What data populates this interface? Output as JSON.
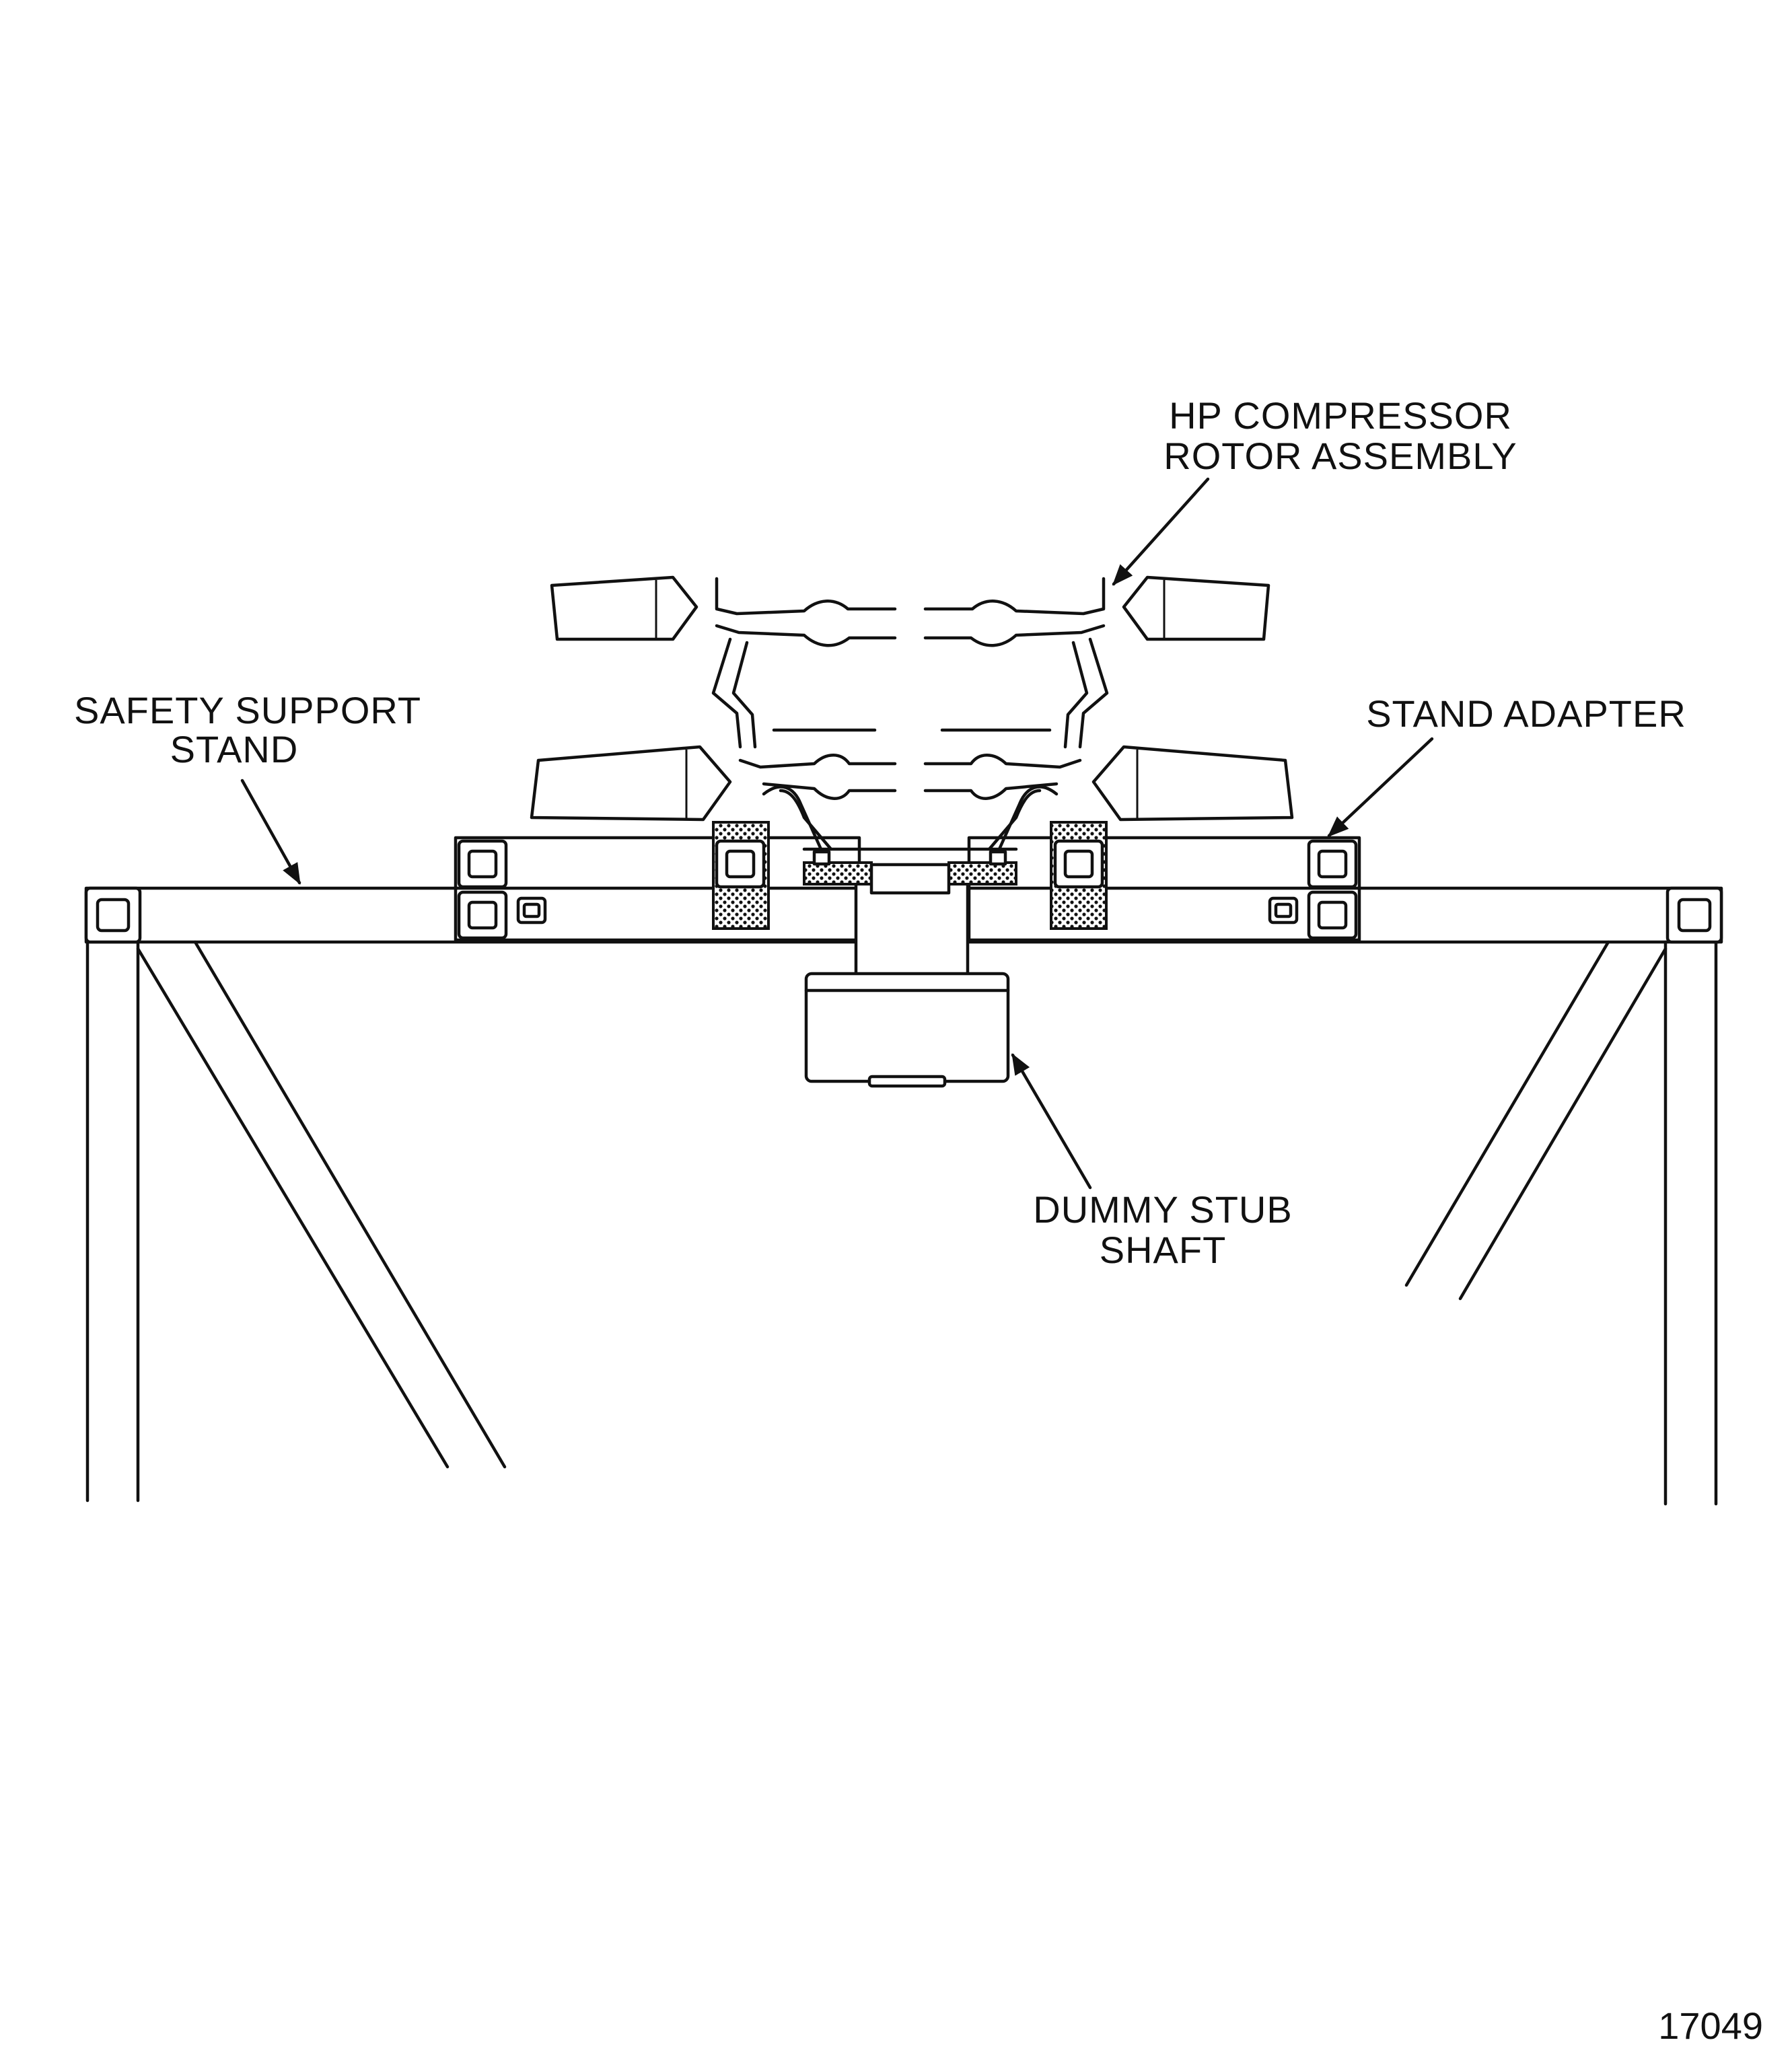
{
  "labels": {
    "hp_compressor_line1": "HP COMPRESSOR",
    "hp_compressor_line2": "ROTOR ASSEMBLY",
    "safety_support_line1": "SAFETY SUPPORT",
    "safety_support_line2": "STAND",
    "stand_adapter": "STAND ADAPTER",
    "dummy_stub_line1": "DUMMY STUB",
    "dummy_stub_line2": "SHAFT"
  },
  "figure_number": "17049"
}
